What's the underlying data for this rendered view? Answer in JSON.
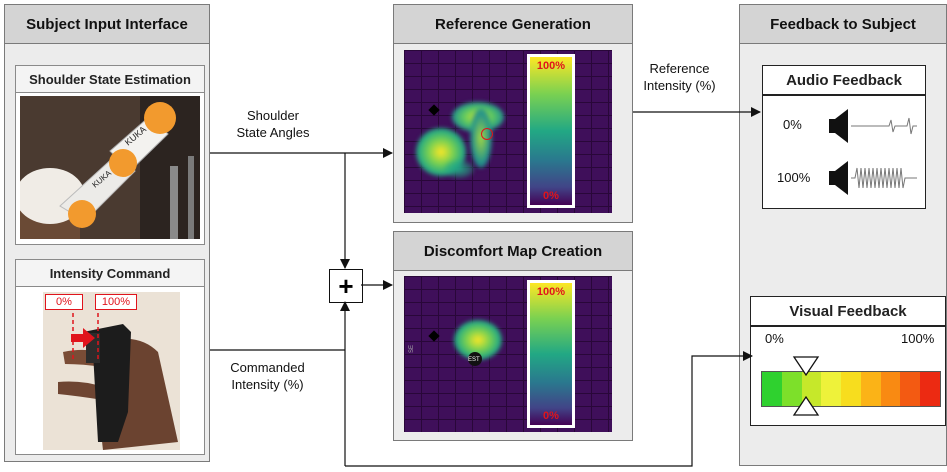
{
  "panels": {
    "left_title": "Subject Input Interface",
    "ref_title": "Reference Generation",
    "map_title": "Discomfort Map Creation",
    "right_title": "Feedback to Subject"
  },
  "shoulder": {
    "title": "Shoulder State Estimation",
    "robot_text": "KUKA"
  },
  "intensity": {
    "title": "Intensity Command",
    "zero": "0%",
    "hundred": "100%"
  },
  "arrows": {
    "shoulder_l1": "Shoulder",
    "shoulder_l2": "State Angles",
    "cmd_l1": "Commanded",
    "cmd_l2": "Intensity (%)",
    "ref_l1": "Reference",
    "ref_l2": "Intensity (%)",
    "plus": "+"
  },
  "reference_map": {
    "cb_top": "100%",
    "cb_bottom": "0%"
  },
  "discomfort_map": {
    "cb_top": "100%",
    "cb_bottom": "0%",
    "marker": "EST",
    "axis_text": "SE"
  },
  "audio": {
    "title": "Audio Feedback",
    "row1": "0%",
    "row2": "100%"
  },
  "visual": {
    "title": "Visual Feedback",
    "left": "0%",
    "right": "100%",
    "colors": [
      "#2fd12f",
      "#7de02a",
      "#c6e82a",
      "#eef23a",
      "#f7dd1e",
      "#fbb317",
      "#f98a12",
      "#f35a12",
      "#ec2a12"
    ]
  }
}
